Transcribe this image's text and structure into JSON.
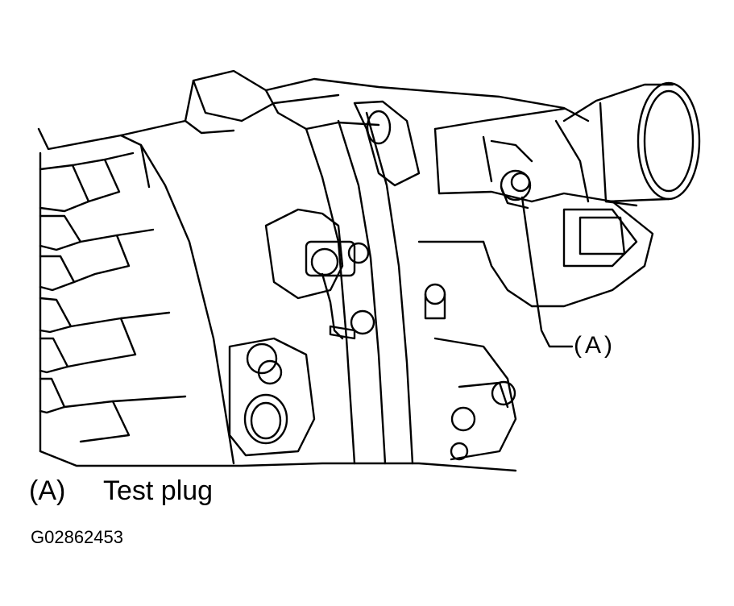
{
  "diagram": {
    "callout": {
      "marker": "(A)"
    },
    "legend": {
      "key": "(A)",
      "description": "Test plug"
    },
    "figure_id": "G02862453"
  }
}
